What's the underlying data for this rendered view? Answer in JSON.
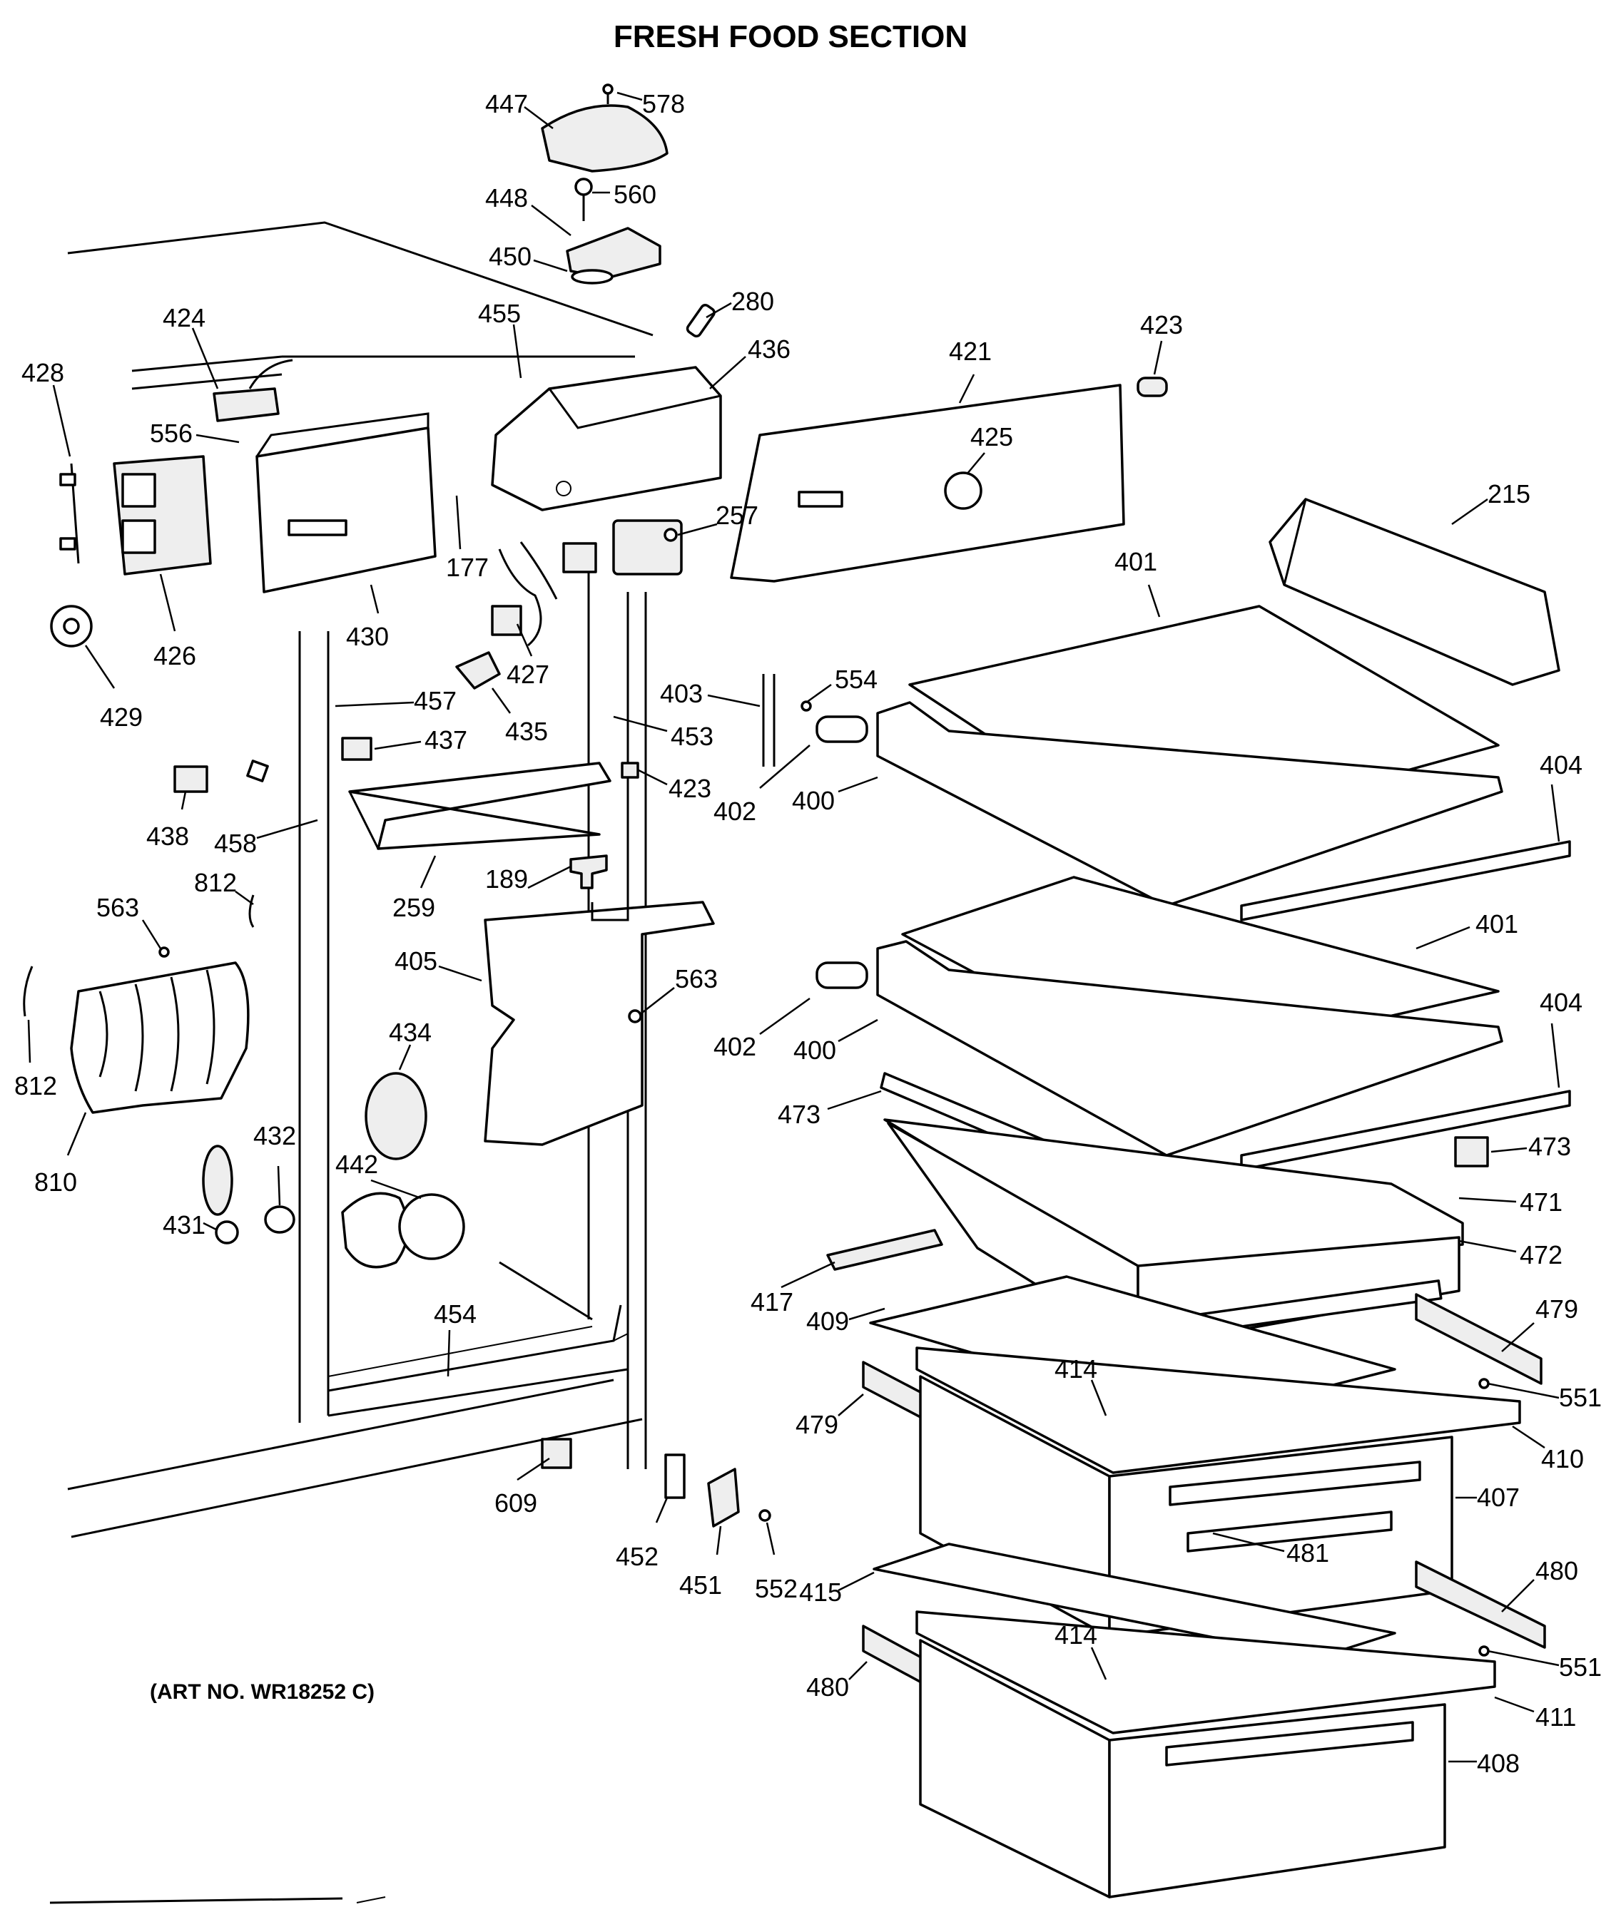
{
  "title": "FRESH FOOD SECTION",
  "art_number": "(ART NO. WR18252 C)",
  "callouts": [
    "447",
    "578",
    "560",
    "448",
    "450",
    "280",
    "455",
    "436",
    "424",
    "428",
    "556",
    "421",
    "423",
    "425",
    "177",
    "430",
    "426",
    "257",
    "215",
    "401",
    "429",
    "427",
    "554",
    "403",
    "457",
    "435",
    "453",
    "437",
    "423",
    "402",
    "400",
    "404",
    "438",
    "458",
    "259",
    "189",
    "812",
    "563",
    "405",
    "563",
    "401",
    "404",
    "434",
    "402",
    "400",
    "473",
    "473",
    "812",
    "810",
    "432",
    "442",
    "471",
    "472",
    "431",
    "417",
    "409",
    "479",
    "454",
    "414",
    "551",
    "479",
    "410",
    "609",
    "407",
    "481",
    "452",
    "451",
    "552",
    "415",
    "480",
    "414",
    "551",
    "480",
    "411",
    "408"
  ]
}
